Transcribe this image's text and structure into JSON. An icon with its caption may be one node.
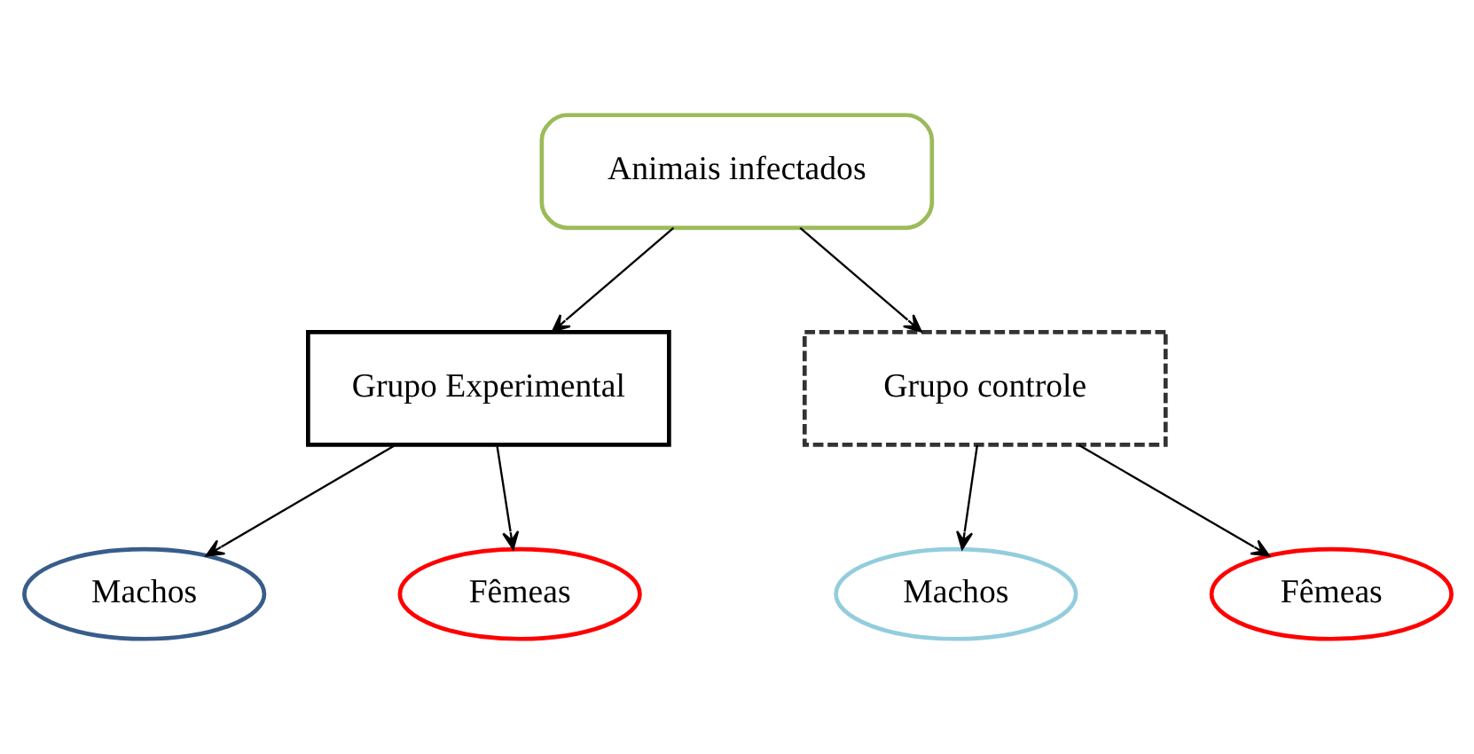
{
  "diagram": {
    "nodes": [
      {
        "text": [
          "Animais infectados"
        ]
      },
      {
        "text": [
          "Grupo Experimental"
        ]
      },
      {
        "text": [
          "Grupo controle"
        ]
      },
      {
        "text": [
          "Machos"
        ]
      },
      {
        "text": [
          "Fêmeas"
        ]
      },
      {
        "text": [
          "Machos"
        ]
      },
      {
        "text": [
          "Fêmeas"
        ]
      }
    ],
    "edges": [
      {
        "from": 0,
        "to": 1,
        "arrow": "to"
      },
      {
        "from": 0,
        "to": 2,
        "arrow": "to"
      },
      {
        "from": 1,
        "to": 3,
        "arrow": "to"
      },
      {
        "from": 1,
        "to": 4,
        "arrow": "to"
      },
      {
        "from": 2,
        "to": 5,
        "arrow": "to"
      },
      {
        "from": 2,
        "to": 6,
        "arrow": "to"
      }
    ]
  }
}
